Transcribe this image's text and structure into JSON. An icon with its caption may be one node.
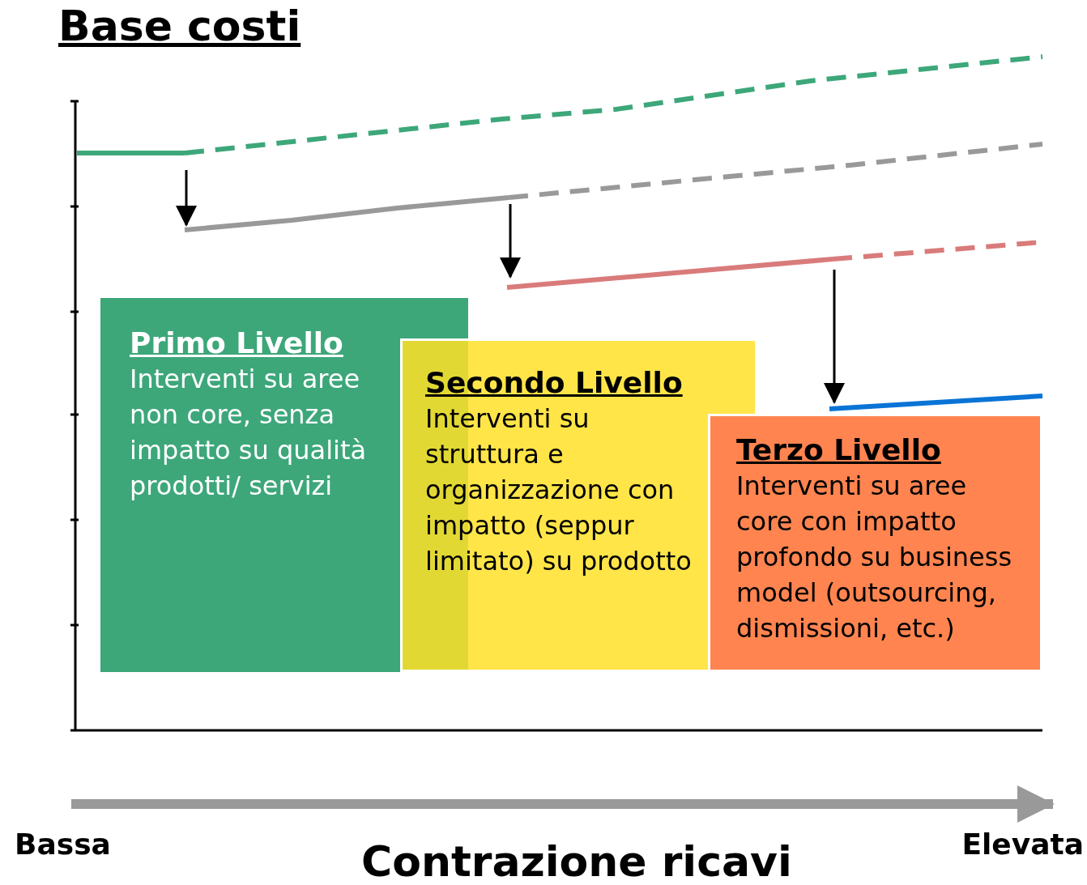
{
  "diagram": {
    "title": "Base costi",
    "nodes": [
      {
        "text": [
          "Primo Livello",
          "Interventi su aree non core, senza impatto su qualità prodotti/ servizi"
        ]
      },
      {
        "text": [
          "Secondo Livello",
          "Interventi su struttura e organizzazione con impatto (seppur limitato) su prodotto"
        ]
      },
      {
        "text": [
          "Terzo Livello",
          "Interventi su aree core con impatto profondo su business model (outsourcing, dismissioni, etc.)"
        ]
      }
    ],
    "labels": [
      "Bassa",
      "Elevata",
      "Contrazione ricavi"
    ]
  }
}
